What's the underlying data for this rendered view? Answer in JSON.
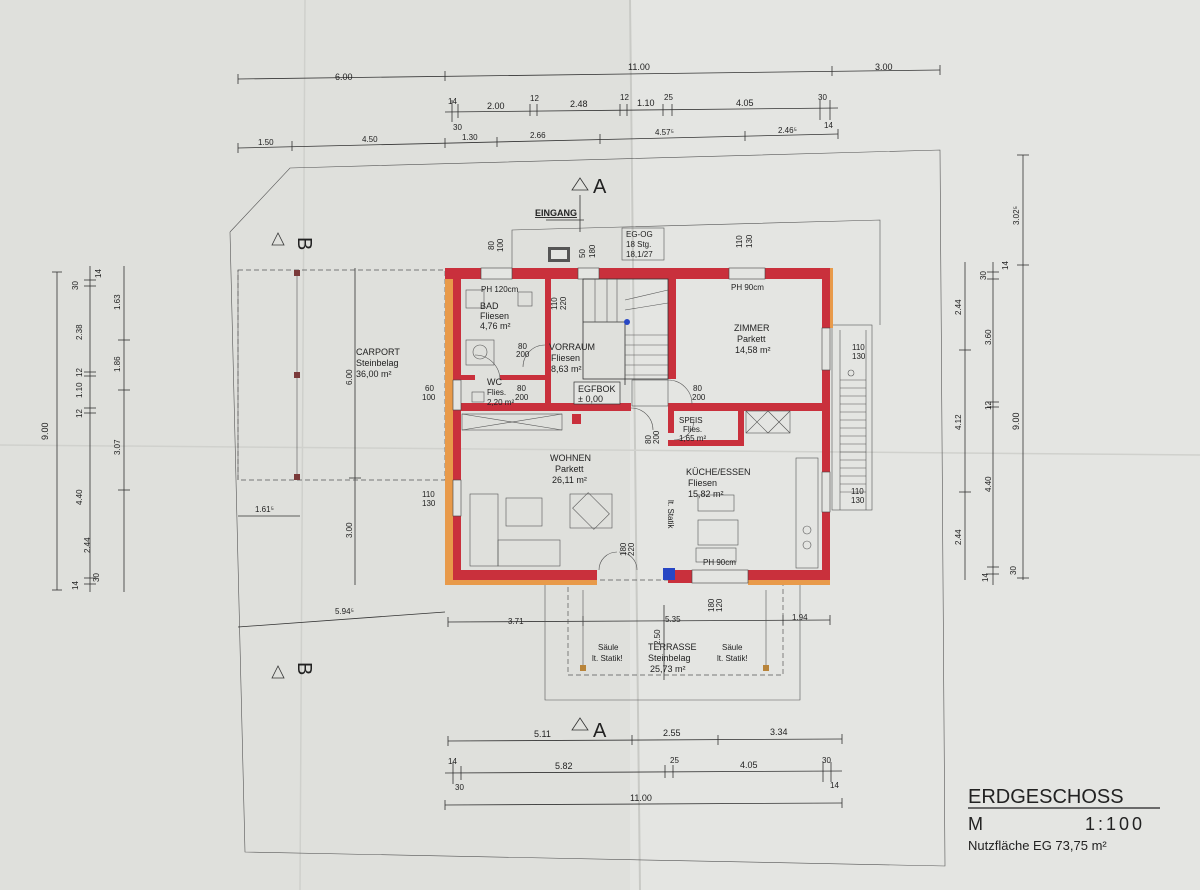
{
  "plan": {
    "title": "ERDGESCHOSS",
    "scale_prefix": "M",
    "scale": "1:100",
    "area_label": "Nutzfläche EG 73,75 m²",
    "entrance": "EINGANG",
    "section_a": "A",
    "section_b": "B",
    "stairs": {
      "label": "EG-OG",
      "steps": "18 Stg.",
      "ratio": "18,1/27"
    }
  },
  "rooms": [
    {
      "key": "bad",
      "name": "BAD",
      "floor": "Fliesen",
      "area": "4,76 m²"
    },
    {
      "key": "vorraum",
      "name": "VORRAUM",
      "floor": "Fliesen",
      "area": "8,63 m²"
    },
    {
      "key": "zimmer",
      "name": "ZIMMER",
      "floor": "Parkett",
      "area": "14,58 m²"
    },
    {
      "key": "carport",
      "name": "CARPORT",
      "floor": "Steinbelag",
      "area": "36,00 m²"
    },
    {
      "key": "wc",
      "name": "WC",
      "floor": "Flies.",
      "area": "2,20 m²"
    },
    {
      "key": "egfbok",
      "name": "EGFBOK",
      "floor": "± 0,00",
      "area": ""
    },
    {
      "key": "speis",
      "name": "SPEIS",
      "floor": "Flies.",
      "area": "1,65 m²"
    },
    {
      "key": "wohnen",
      "name": "WOHNEN",
      "floor": "Parkett",
      "area": "26,11 m²"
    },
    {
      "key": "kueche",
      "name": "KÜCHE/ESSEN",
      "floor": "Fliesen",
      "area": "15,82 m²"
    },
    {
      "key": "terrasse",
      "name": "TERRASSE",
      "floor": "Steinbelag",
      "area": "25,73 m²"
    }
  ],
  "notes": {
    "saeule": "Säule",
    "statik": "lt. Statik!",
    "statik_vertical": "lt. Statik",
    "ph120": "PH 120cm",
    "ph90": "PH 90cm"
  },
  "dimensions": {
    "top1": [
      "6.00",
      "11.00",
      "3.00"
    ],
    "top2": [
      "14",
      "2.00",
      "12",
      "2.48",
      "12",
      "1.10",
      "25",
      "4.05",
      "30"
    ],
    "top2b": [
      "30",
      "14"
    ],
    "top3": [
      "1.50",
      "4.50",
      "1.30",
      "2.66",
      "4.57⁵",
      "2.46⁵"
    ],
    "bottom1": [
      "5.11",
      "2.55",
      "3.34"
    ],
    "bottom2": [
      "14",
      "5.82",
      "25",
      "4.05",
      "30"
    ],
    "bottom2b": [
      "30",
      "14"
    ],
    "bottom3": [
      "11.00"
    ],
    "left1": [
      "9.00"
    ],
    "left2": [
      "30",
      "14",
      "2.38",
      "12",
      "1.10",
      "12",
      "4.40",
      "2.44",
      "14",
      "30"
    ],
    "left3": [
      "1.63",
      "1.86",
      "3.07"
    ],
    "right1": [
      "3.02⁵",
      "9.00"
    ],
    "right2": [
      "30",
      "14",
      "3.60",
      "12",
      "4.40",
      "14",
      "30"
    ],
    "right3": [
      "2.44",
      "4.12",
      "2.44"
    ],
    "misc": [
      "6.00",
      "3.00",
      "1.61⁵",
      "5.94⁵",
      "3.71",
      "5.35",
      "1.94",
      "2.50"
    ],
    "openings": [
      "80",
      "100",
      "50",
      "180",
      "110",
      "130",
      "110",
      "220",
      "80",
      "200",
      "60",
      "100",
      "80",
      "200",
      "80",
      "200",
      "110",
      "130",
      "110",
      "130",
      "80",
      "200",
      "110",
      "130",
      "180",
      "220",
      "180",
      "120"
    ]
  }
}
